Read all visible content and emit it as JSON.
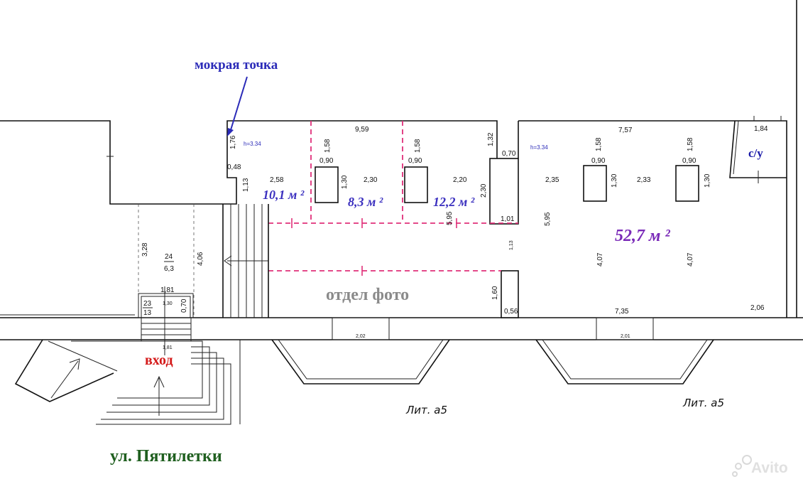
{
  "labels": {
    "wet_point": "мокрая точка",
    "photo_dept": "отдел фото",
    "entrance": "вход",
    "street": "ул. Пятилетки",
    "wc": "с/у",
    "lit_left": "Лит. а5",
    "lit_right": "Лит. а5",
    "watermark": "Avito"
  },
  "areas": {
    "room1": "10,1 м ²",
    "room2": "8,3 м ²",
    "room3": "12,2 м ²",
    "room4": "52,7 м ²"
  },
  "heights": {
    "left": "h=3.34",
    "right": "h=3.34"
  },
  "dimensions": {
    "d_959": "9,59",
    "d_757": "7,57",
    "d_184": "1,84",
    "d_176": "1,76",
    "d_048": "0,48",
    "d_113": "1,13",
    "d_258": "2,58",
    "d_158a": "1,58",
    "d_090a": "0,90",
    "d_130a": "1,30",
    "d_230a": "2,30",
    "d_158b": "1,58",
    "d_090b": "0,90",
    "d_220": "2,20",
    "d_132": "1,32",
    "d_070": "0,70",
    "d_230b": "2,30",
    "d_595a": "5,95",
    "d_101": "1,01",
    "d_595b": "5,95",
    "d_235": "2,35",
    "d_158c": "1,58",
    "d_090c": "0,90",
    "d_130c": "1,30",
    "d_233": "2,33",
    "d_158d": "1,58",
    "d_090d": "0,90",
    "d_130d": "1,30",
    "d_407a": "4,07",
    "d_407b": "4,07",
    "d_328": "3,28",
    "d_406": "4,06",
    "d_24": "24",
    "d_63": "6,3",
    "d_181": "1,81",
    "d_23": "23",
    "d_13": "13",
    "d_070b": "0,70",
    "d_160": "1,60",
    "d_056": "0,56",
    "d_735": "7,35",
    "d_206": "2,06",
    "d_113b": "1,13",
    "d_202": "2,02",
    "d_201": "2,01",
    "d_130b": "1,30",
    "d_181b": "1,81"
  },
  "colors": {
    "wet_point": "#2b2bb8",
    "area": "#3a2fbf",
    "area_big": "#7a2ab8",
    "photo_dept": "#8a8a8a",
    "entrance": "#d41a1a",
    "street": "#1f5f1f",
    "wc": "#1a1aa8",
    "partition": "#e0307a",
    "height_note": "#2b2bb8"
  }
}
